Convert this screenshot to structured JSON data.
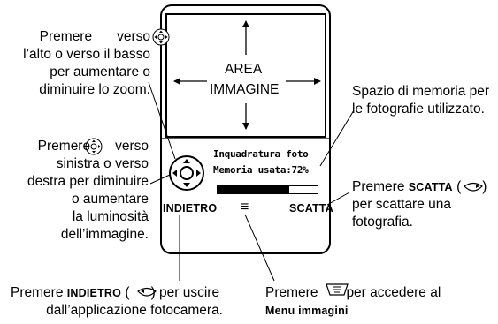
{
  "screen": {
    "area_line1": "AREA",
    "area_line2": "IMMAGINE",
    "title": "Inquadratura foto",
    "memory_label": "Memoria usata:72%",
    "memory_fraction": 0.72,
    "softkey_left": "INDIETRO",
    "softkey_center": "≡",
    "softkey_right": "SCATTA"
  },
  "callouts": {
    "zoom": {
      "line1_pre": "Premere",
      "line1_post": "verso",
      "line2": "l’alto o verso il basso",
      "line3": "per aumentare o",
      "line4": "diminuire lo zoom."
    },
    "brightness": {
      "line1_pre": "Premere",
      "line1_post": "verso",
      "line2": "sinistra o verso",
      "line3": "destra per diminuire",
      "line4": "o aumentare",
      "line5": "la luminosità",
      "line6": "dell’immagine."
    },
    "memory": {
      "line1": "Spazio di memoria per",
      "line2": "le fotografie utilizzato."
    },
    "shoot": {
      "line1_pre": "Premere",
      "line1_key": "SCATTA",
      "line1_post": "(",
      "line1_end": ")",
      "line2": "per scattare una",
      "line3": "fotografia."
    },
    "back": {
      "line1_pre": "Premere",
      "line1_key": "INDIETRO",
      "line1_mid": "(",
      "line1_post": ") per uscire",
      "line2": "dall’applicazione fotocamera."
    },
    "menu": {
      "line1_pre": "Premere",
      "line1_post": "per accedere al",
      "line2": "Menu immagini"
    }
  }
}
